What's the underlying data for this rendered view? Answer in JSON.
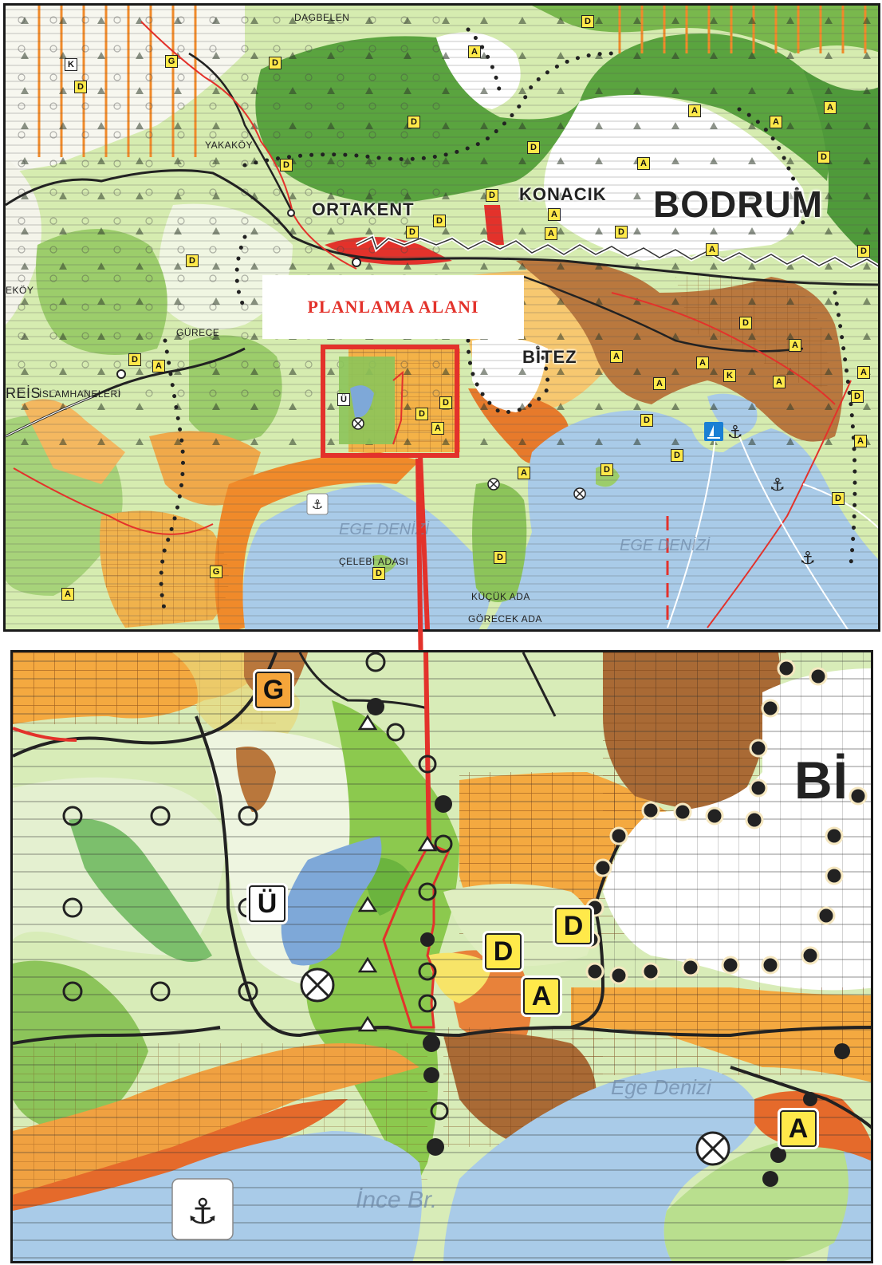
{
  "top_map": {
    "labels": {
      "dagbelen": "DAGBELEN",
      "yakakoy": "YAKAKÖY",
      "ortakent": "ORTAKENT",
      "konacik": "KONACIK",
      "bodrum": "BODRUM",
      "ekoy": "EKÖY",
      "gurece": "GÜRECE",
      "reis": "REİS",
      "islamhaneleri": "İSLAMHANELERİ",
      "bitez": "BİTEZ",
      "celebi_adasi": "ÇELEBİ ADASI",
      "kucuk_ada": "KÜÇÜK ADA",
      "gorecek_ada": "GÖRECEK ADA",
      "ege_denizi_1": "EGE DENİZİ",
      "ege_denizi_2": "EGE DENİZİ"
    },
    "symbols": [
      {
        "code": "D"
      },
      {
        "code": "A"
      },
      {
        "code": "K"
      },
      {
        "code": "G"
      },
      {
        "code": "Ü"
      }
    ]
  },
  "plan_label": "PLANLAMA ALANI",
  "bottom_map": {
    "labels": {
      "bitez_partial": "Bİ",
      "sea_1": "Ege Denizi",
      "sea_2": "İnce Br."
    },
    "symbols": {
      "g": "G",
      "u": "Ü",
      "d1": "D",
      "d2": "D",
      "a1": "A",
      "a2": "A"
    }
  },
  "icons": [
    "anchor-icon",
    "sailboat-icon",
    "cross-circle-icon",
    "triangle-icon",
    "dot-icon"
  ],
  "colors": {
    "sea": "#a9cbe8",
    "forest_dark": "#4f9a3a",
    "forest_mid": "#8cc45a",
    "forest_light": "#c8e4a0",
    "settlement_brown": "#b0733e",
    "orange": "#f4a942",
    "red": "#e3322b",
    "yellow": "#ffe94a",
    "white_area": "#ffffff"
  }
}
